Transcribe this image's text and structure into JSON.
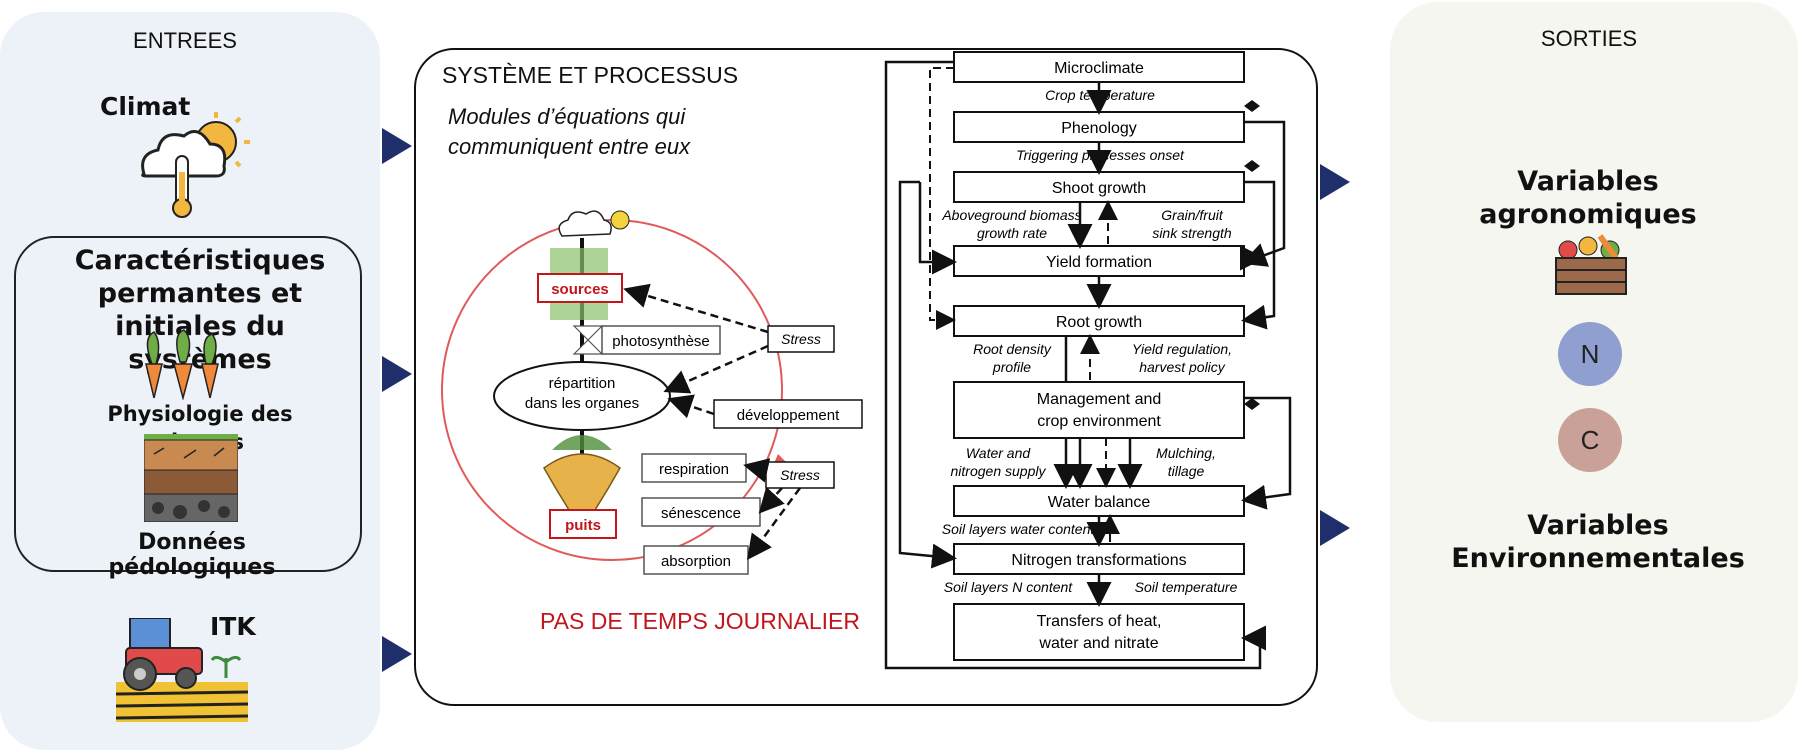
{
  "inputs": {
    "header": "ENTREES",
    "climate_label": "Climat",
    "characteristics_title": "Caractéristiques permantes et initiales du systèmes",
    "physiology_label": "Physiologie des plantes",
    "soil_label": "Données pédologiques",
    "itk_label": "ITK"
  },
  "system": {
    "header": "SYSTÈME ET PROCESSUS",
    "subtitle_line1": "Modules d’équations qui",
    "subtitle_line2": "communiquent entre eux",
    "time_step": "PAS DE TEMPS JOURNALIER",
    "cycle": {
      "sources": "sources",
      "photosynthesis": "photosynthèse",
      "stress_top": "Stress",
      "allocation_line1": "répartition",
      "allocation_line2": "dans les organes",
      "development": "développement",
      "respiration": "respiration",
      "stress_bottom": "Stress",
      "senescence": "sénescence",
      "sinks": "puits",
      "absorption": "absorption"
    },
    "flow": {
      "microclimate": "Microclimate",
      "crop_temperature": "Crop temperature",
      "phenology": "Phenology",
      "triggering": "Triggering processes onset",
      "shoot_growth": "Shoot growth",
      "aboveground_line1": "Aboveground biomass",
      "aboveground_line2": "growth rate",
      "grain_line1": "Grain/fruit",
      "grain_line2": "sink strength",
      "yield_formation": "Yield formation",
      "root_growth": "Root growth",
      "root_density_line1": "Root density",
      "root_density_line2": "profile",
      "yield_reg_line1": "Yield  regulation,",
      "yield_reg_line2": "harvest policy",
      "management_line1": "Management and",
      "management_line2": "crop environment",
      "water_n_line1": "Water and",
      "water_n_line2": "nitrogen supply",
      "mulching_line1": "Mulching,",
      "mulching_line2": "tillage",
      "water_balance": "Water balance",
      "soil_water": "Soil layers water content",
      "nitrogen": "Nitrogen transformations",
      "soil_n": "Soil layers N content",
      "soil_temp": "Soil temperature",
      "transfers_line1": "Transfers of heat,",
      "transfers_line2": "water and nitrate"
    }
  },
  "outputs": {
    "header": "SORTIES",
    "agronomic_line1": "Variables",
    "agronomic_line2": "agronomiques",
    "n_label": "N",
    "c_label": "C",
    "env_line1": "Variables",
    "env_line2": "Environnementales"
  },
  "colors": {
    "input_bg": "#edf1f8",
    "output_bg": "#f4f6ef",
    "arrow": "#1f2f6b",
    "red_text": "#c0161c",
    "n_circle": "#8f9fd0",
    "c_circle": "#c9a199"
  }
}
